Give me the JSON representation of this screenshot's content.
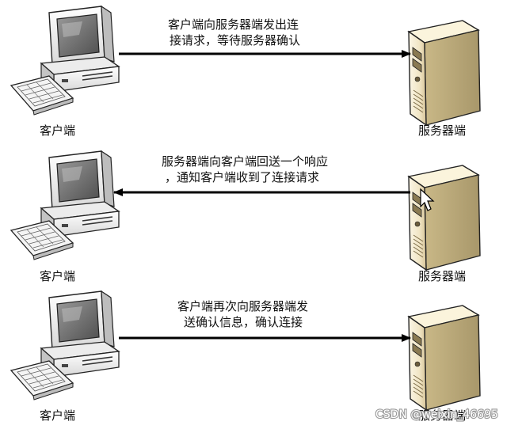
{
  "steps": [
    {
      "client_label": "客户端",
      "server_label": "服务器端",
      "message_line1": "客户端向服务器端发出连",
      "message_line2": "接请求，等待服务器确认",
      "direction": "client-to-server"
    },
    {
      "client_label": "客户端",
      "server_label": "服务器端",
      "message_line1": "服务器端向客户端回送一个响应",
      "message_line2": "，通知客户端收到了连接请求",
      "direction": "server-to-client"
    },
    {
      "client_label": "客户端",
      "server_label": "服务器端",
      "message_line1": "客户端再次向服务器端发",
      "message_line2": "送确认信息，确认连接",
      "direction": "client-to-server"
    }
  ],
  "watermark": "CSDN @weixin_46695",
  "colors": {
    "arrow": "#000000",
    "monitor_body": "#f1f1f1",
    "screen": "#6f6f6f",
    "server_body": "#f5ecd2",
    "server_shade": "#d9c89c"
  }
}
